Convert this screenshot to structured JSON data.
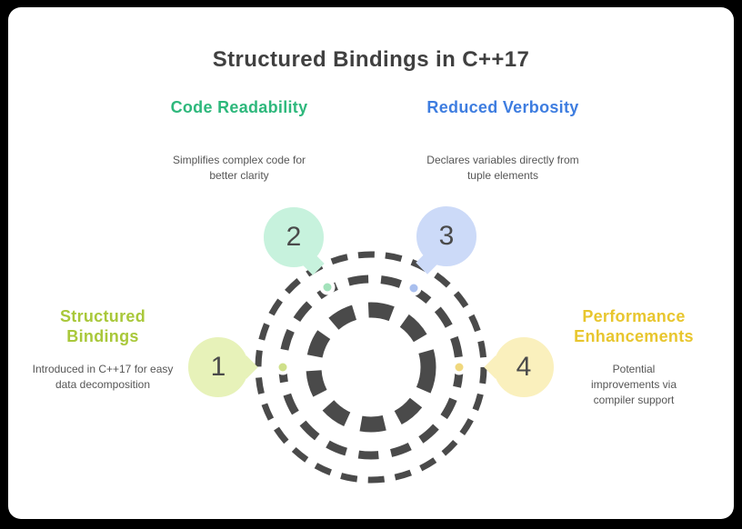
{
  "title": "Structured Bindings in C++17",
  "items": [
    {
      "number": "1",
      "label": "Structured Bindings",
      "description": "Introduced in C++17 for easy data decomposition",
      "label_color": "#a9c83a",
      "bubble_color": "#e7f2b9",
      "dot_color": "#cfe08a"
    },
    {
      "number": "2",
      "label": "Code Readability",
      "description": "Simplifies complex code for better clarity",
      "label_color": "#2eb87c",
      "bubble_color": "#c7f2dd",
      "dot_color": "#a3e2bb"
    },
    {
      "number": "3",
      "label": "Reduced Verbosity",
      "description": "Declares variables directly from tuple elements",
      "label_color": "#3e7de0",
      "bubble_color": "#ccdaf8",
      "dot_color": "#a9bfee"
    },
    {
      "number": "4",
      "label": "Performance Enhancements",
      "description": "Potential improvements via compiler support",
      "label_color": "#e8c62e",
      "bubble_color": "#faf0bd",
      "dot_color": "#f0d87e"
    }
  ],
  "colors": {
    "ring": "#4a4a4a",
    "title_text": "#404040",
    "description_text": "#565656",
    "frame": "#000000",
    "card_background": "#ffffff"
  }
}
